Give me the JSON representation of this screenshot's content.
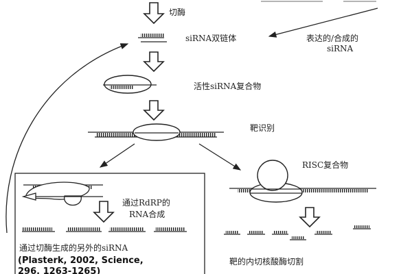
{
  "labels": {
    "dicer": "切酶",
    "sirna_duplex": "siRNA双链体",
    "expressed_line1": "表达的/合成的",
    "expressed_line2": "siRNA",
    "active_complex": "活性siRNA复合物",
    "target_recognition": "靶识别",
    "risc_complex": "RISC复合物",
    "rdrp_line1": "通过RdRP的",
    "rdrp_line2": "RNA合成",
    "additional_sirna": "通过切酶生成的另外的siRNA",
    "citation_line1": "(Plasterk, 2002, Science,",
    "citation_line2": "296, 1263-1265)",
    "cleavage": "靶的内切核酸酶切割"
  },
  "colors": {
    "ink": "#222222",
    "background": "#ffffff"
  }
}
